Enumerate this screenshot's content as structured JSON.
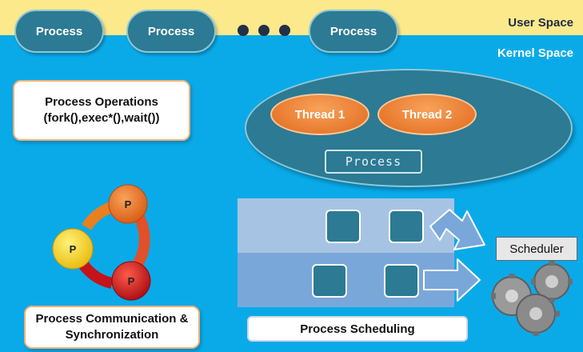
{
  "spaces": {
    "user": "User Space",
    "kernel": "Kernel Space"
  },
  "user_processes": [
    {
      "label": "Process"
    },
    {
      "label": "Process"
    },
    {
      "label": "Process"
    }
  ],
  "operations": {
    "line1": "Process Operations",
    "line2": "(fork(),exec*(),wait())"
  },
  "threads": [
    {
      "label": "Thread 1"
    },
    {
      "label": "Thread 2"
    }
  ],
  "process_container": {
    "label": "Process"
  },
  "ipc": {
    "nodes": [
      "P",
      "P",
      "P"
    ],
    "label_line1": "Process Communication &",
    "label_line2": "Synchronization"
  },
  "scheduling": {
    "scheduler_label": "Scheduler",
    "caption": "Process Scheduling"
  },
  "colors": {
    "user_band": "#fbe98c",
    "kernel_bg": "#0aaae9",
    "teal": "#2c7a93",
    "orange": "#e0691c",
    "yellow": "#f3d21a",
    "red": "#c8101a"
  }
}
